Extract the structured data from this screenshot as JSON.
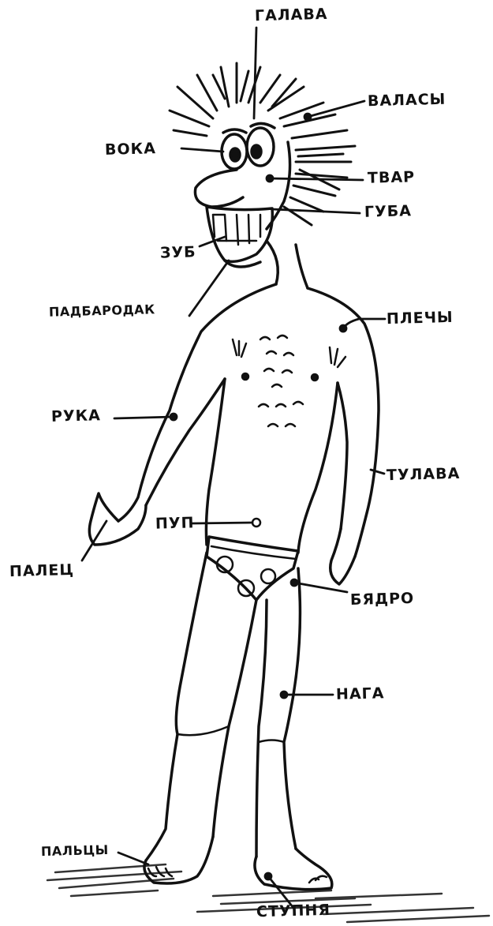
{
  "colors": {
    "ink": "#111111",
    "paper": "#ffffff",
    "shade": "#b8b8b8"
  },
  "labels": {
    "head": "ГАЛАВА",
    "hair": "ВАЛАСЫ",
    "eye": "ВОКА",
    "face": "ТВАР",
    "lip": "ГУБА",
    "tooth": "ЗУБ",
    "chin": "ПАДБАРОДАК",
    "shoulders": "ПЛЕЧЫ",
    "arm": "РУКА",
    "torso": "ТУЛАВА",
    "navel": "ПУП",
    "finger": "ПАЛЕЦ",
    "thigh": "БЯДРО",
    "leg": "НАГА",
    "toes": "ПАЛЬЦЫ",
    "foot": "СТУПНЯ"
  }
}
